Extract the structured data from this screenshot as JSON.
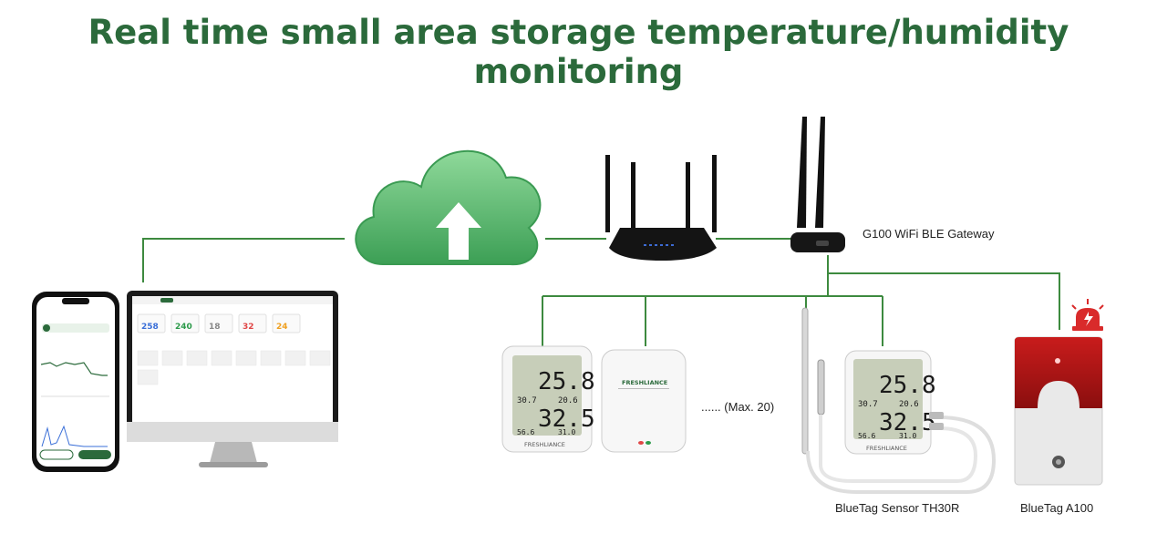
{
  "title": "Real time small area storage temperature/humidity monitoring",
  "labels": {
    "gateway": "G100 WiFi BLE Gateway",
    "sensor_th30r": "BlueTag Sensor TH30R",
    "alarm_a100": "BlueTag A100",
    "max_devices": "...... (Max. 20)"
  },
  "devices": {
    "display_temp": "25.8",
    "display_hum": "32.5",
    "display_temp_minmax_1": "30.7",
    "display_temp_minmax_2": "20.6",
    "display_hum_minmax_1": "56.6",
    "display_hum_minmax_2": "31.0",
    "brand": "FRESHLIANCE"
  },
  "dashboard": {
    "stats": [
      "258",
      "240",
      "18",
      "32",
      "24"
    ],
    "stat_colors": [
      "#3a6fd8",
      "#2c9a4a",
      "#888888",
      "#e04646",
      "#f0a020"
    ]
  },
  "colors": {
    "accent": "#2b6a3b",
    "line": "#3d8a3f",
    "cloud": "#4caf64"
  }
}
